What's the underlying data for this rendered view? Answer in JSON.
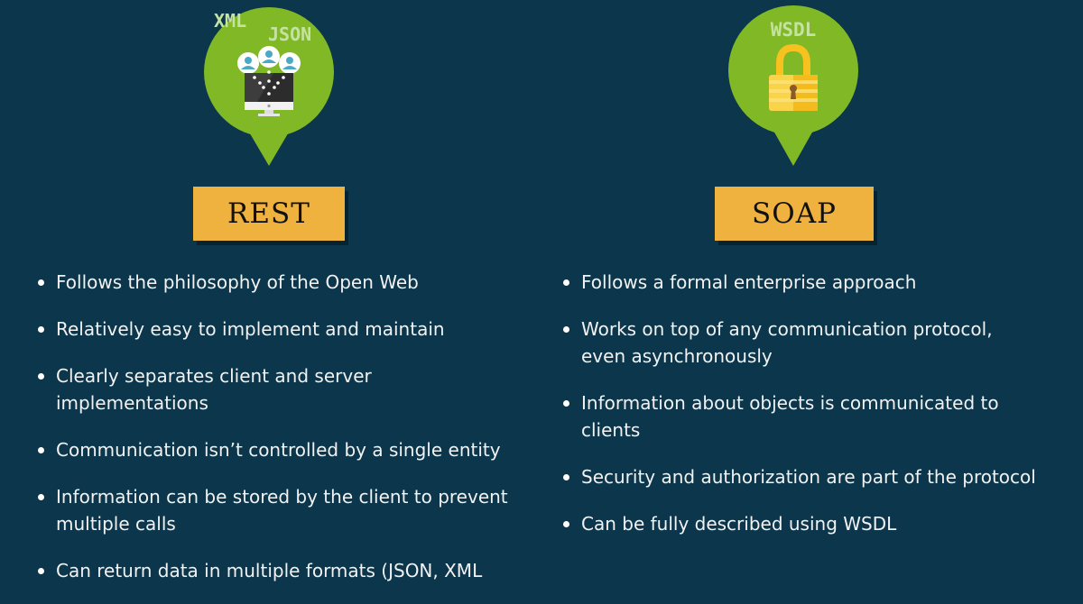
{
  "colors": {
    "background": "#0b364b",
    "pin_green": "#80b826",
    "pin_text": "#c6e2a0",
    "label_gold": "#f0b23e",
    "label_text": "#111111",
    "bullet_text": "#f2f2f2"
  },
  "rest": {
    "pin": {
      "tags": [
        "XML",
        "JSON"
      ],
      "icon": "monitor-with-users-icon"
    },
    "label": "REST",
    "bullets": [
      "Follows the philosophy of the Open Web",
      "Relatively easy to implement and maintain",
      "Clearly separates client and server implementations",
      "Communication isn’t controlled by a single entity",
      "Information can be stored by the client to prevent multiple calls",
      "Can return data in multiple formats (JSON, XML"
    ]
  },
  "soap": {
    "pin": {
      "tags": [
        "WSDL"
      ],
      "icon": "padlock-icon"
    },
    "label": "SOAP",
    "bullets": [
      "Follows a formal enterprise approach",
      "Works on top of any communication protocol, even asynchronously",
      "Information about objects is communicated to clients",
      "Security and authorization are part of the protocol",
      "Can be fully described using WSDL"
    ]
  }
}
